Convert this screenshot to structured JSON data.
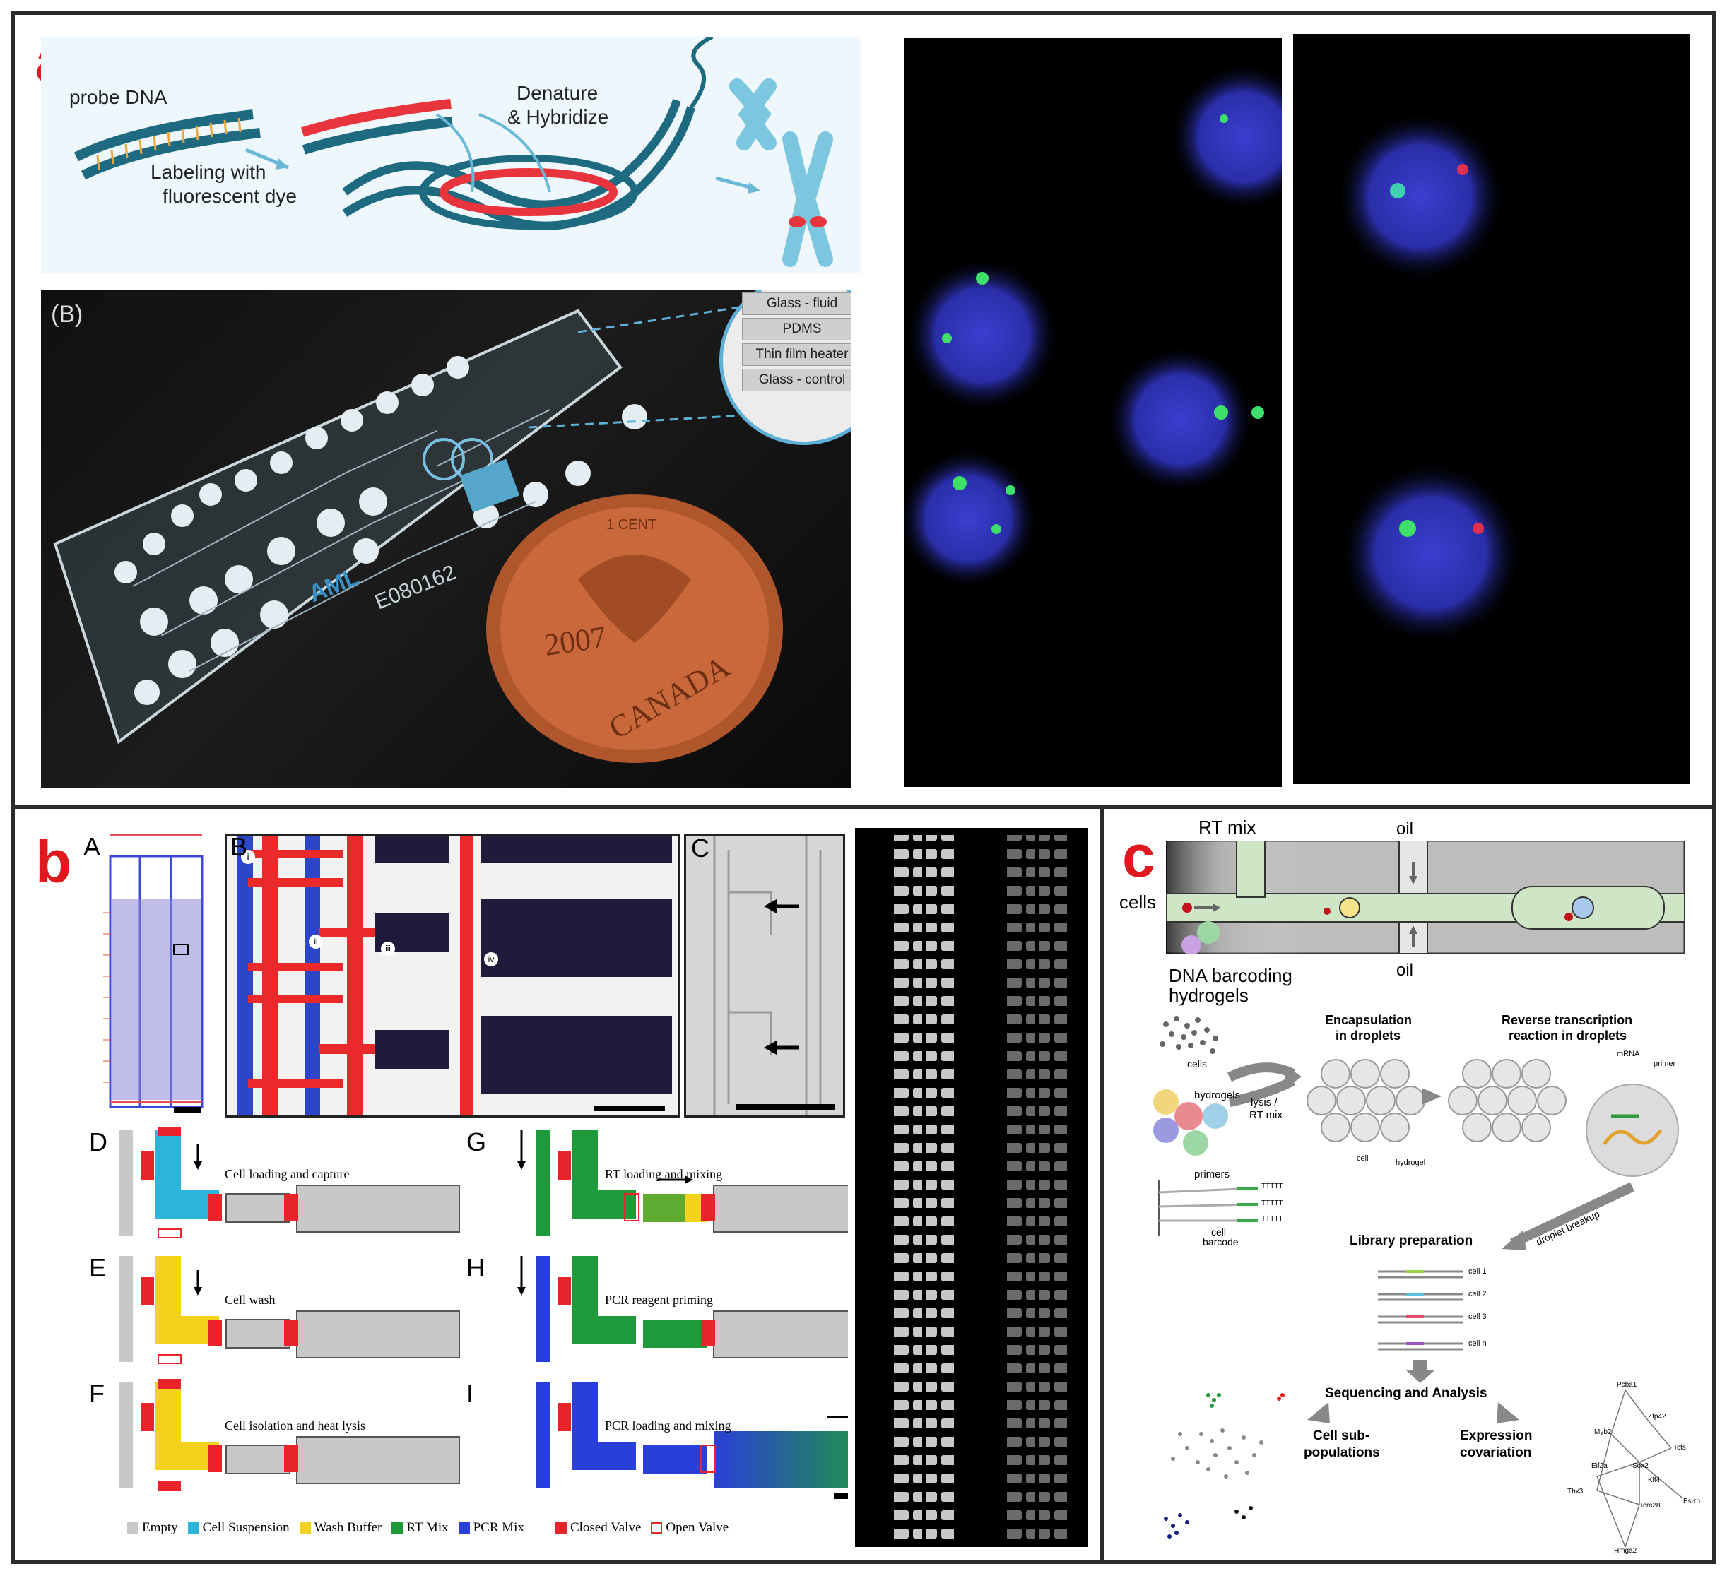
{
  "panels": {
    "a": {
      "letter": "a",
      "schematic": {
        "probe_label": "probe DNA",
        "labeling_line1": "Labeling with",
        "labeling_line2": "fluorescent dye",
        "denature_line1": "Denature",
        "denature_line2": "& Hybridize"
      },
      "chip": {
        "sublabel": "(B)",
        "layers": [
          "Glass - fluid",
          "PDMS",
          "Thin film heater",
          "Glass - control"
        ],
        "coin_year": "2007",
        "coin_country": "CANADA",
        "coin_denomination": "1 CENT",
        "chip_logo": "AML",
        "chip_code": "E080162"
      }
    },
    "b": {
      "letter": "b",
      "sublabels": [
        "A",
        "B",
        "C",
        "D",
        "E",
        "F",
        "G",
        "H",
        "I"
      ],
      "roman": [
        "i",
        "ii",
        "iii",
        "iv"
      ],
      "steps": {
        "D": "Cell loading and capture",
        "E": "Cell wash",
        "F": "Cell isolation and heat lysis",
        "G": "RT loading and mixing",
        "H": "PCR reagent priming",
        "I": "PCR loading and mixing"
      },
      "legend": [
        {
          "label": "Empty",
          "color": "#c8c8c8",
          "style": "fill"
        },
        {
          "label": "Cell Suspension",
          "color": "#2bb5d8",
          "style": "fill"
        },
        {
          "label": "Wash Buffer",
          "color": "#f2d21b",
          "style": "fill"
        },
        {
          "label": "RT Mix",
          "color": "#1f9a3a",
          "style": "fill"
        },
        {
          "label": "PCR Mix",
          "color": "#2a3fd9",
          "style": "fill"
        },
        {
          "label": "Closed Valve",
          "color": "#e8242a",
          "style": "fill"
        },
        {
          "label": "Open Valve",
          "color": "#e8242a",
          "style": "outline"
        }
      ]
    },
    "c": {
      "letter": "c",
      "rt_mix": "RT mix",
      "oil_top": "oil",
      "oil_bottom": "oil",
      "cells": "cells",
      "hydrogels_line1": "DNA barcoding",
      "hydrogels_line2": "hydrogels",
      "cells_small": "cells",
      "hydrogels_small": "hydrogels",
      "lysis": "lysis /",
      "rtmix_small": "RT mix",
      "encap1": "Encapsulation",
      "encap2": "in droplets",
      "rev1": "Reverse transcription",
      "rev2": "reaction in droplets",
      "mrna": "mRNA",
      "primer": "primer",
      "cell_small": "cell",
      "hydrogel_small": "hydrogel",
      "primers": "primers",
      "tttt": "TTTTT",
      "cell_barcode1": "cell",
      "cell_barcode2": "barcode",
      "breakup": "droplet breakup",
      "library": "Library preparation",
      "lib_cells": [
        "cell 1",
        "cell 2",
        "cell 3",
        "cell n"
      ],
      "seq": "Sequencing and Analysis",
      "subpop1": "Cell sub-",
      "subpop2": "populations",
      "expr1": "Expression",
      "expr2": "covariation",
      "genes": [
        "Pcba1",
        "Zfp42",
        "Myb2",
        "Tcfs",
        "Esrrb",
        "Sox2",
        "Klf4",
        "Tbx3",
        "Tcm28",
        "Hmga2",
        "Eif2a"
      ]
    }
  }
}
